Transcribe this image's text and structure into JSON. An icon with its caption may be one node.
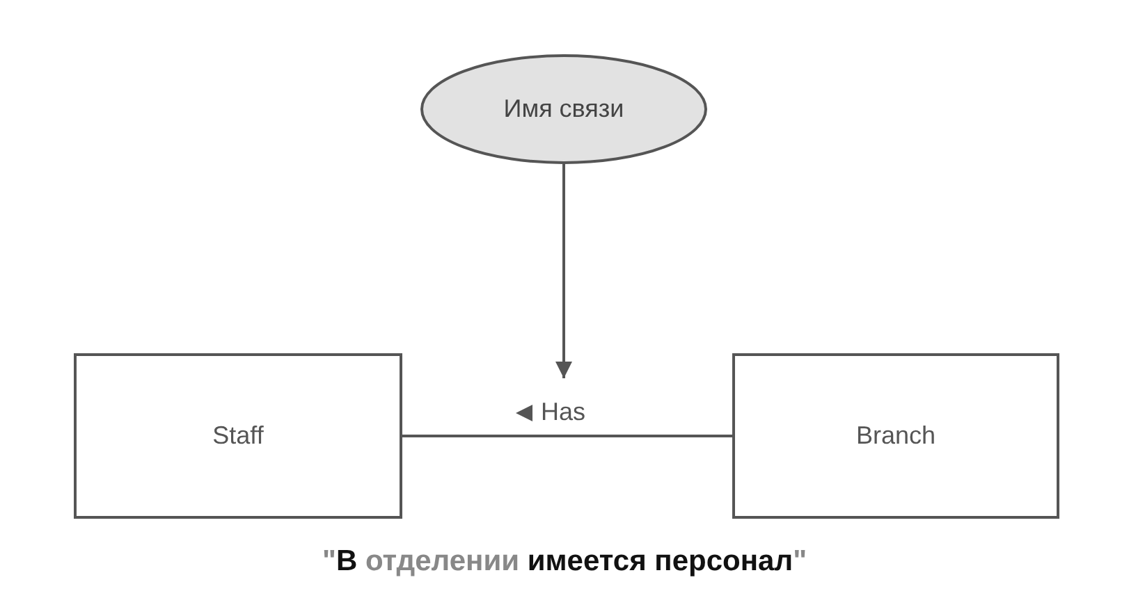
{
  "diagram": {
    "caption": "\"**В** отделении **имеется персонал**\"",
    "nodes": [
      {
        "text": [
          "Staff"
        ]
      },
      {
        "text": [
          "Branch"
        ]
      },
      {
        "text": [
          "Имя связи"
        ]
      }
    ],
    "edges": [
      {
        "from": 0,
        "to": 1,
        "arrow": "none",
        "label": "Has"
      },
      {
        "from": 2,
        "to": null,
        "arrow": "to"
      }
    ]
  }
}
